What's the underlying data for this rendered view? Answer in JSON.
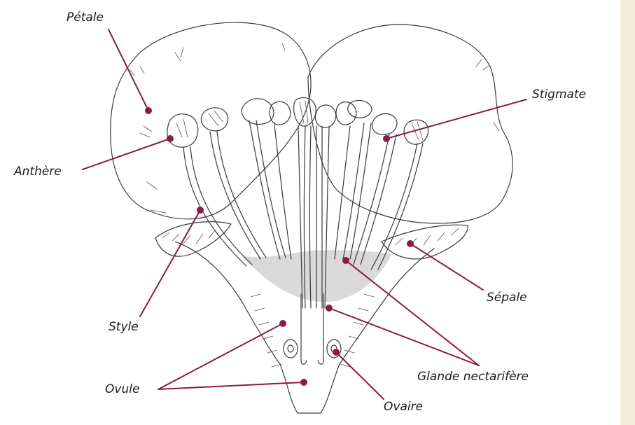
{
  "colors": {
    "leader": "#8b1a4a",
    "side_strip": "#f1edd6",
    "ink": "#3a3a3a"
  },
  "labels": {
    "petale": "Pétale",
    "stigmate": "Stigmate",
    "anthere": "Anthère",
    "sepale": "Sépale",
    "style": "Style",
    "glande": "Glande nectarifère",
    "ovule": "Ovule",
    "ovaire": "Ovaire"
  }
}
